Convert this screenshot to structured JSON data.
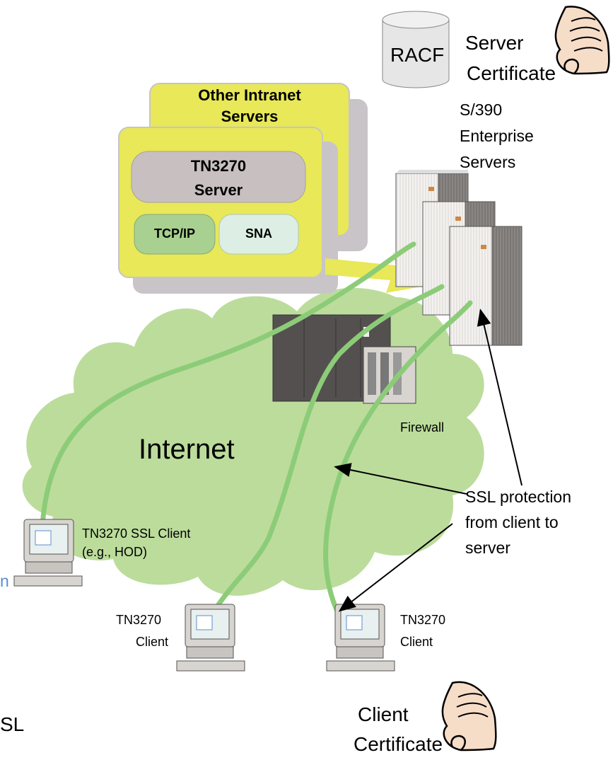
{
  "servers": {
    "racf_label": "RACF",
    "server_certificate_line1": "Server",
    "server_certificate_line2": "Certificate",
    "enterprise_line1": "S/390",
    "enterprise_line2": "Enterprise",
    "enterprise_line3": "Servers"
  },
  "intranet": {
    "other_line1": "Other Intranet",
    "other_line2": "Servers",
    "tn3270_line1": "TN3270",
    "tn3270_line2": "Server",
    "tcpip": "TCP/IP",
    "sna": "SNA"
  },
  "network": {
    "firewall": "Firewall",
    "internet": "Internet",
    "ssl_line1": "SSL protection",
    "ssl_line2": "from client to",
    "ssl_line3": "server"
  },
  "clients": {
    "ssl_client_line1": "TN3270 SSL Client",
    "ssl_client_line2": "(e.g., HOD)",
    "client_a_line1": "TN3270",
    "client_a_line2": "Client",
    "client_b_line1": "TN3270",
    "client_b_line2": "Client",
    "client_certificate_line1": "Client",
    "client_certificate_line2": "Certificate"
  },
  "edge_fragments": {
    "left_blue": "n",
    "left_bottom": "SL"
  },
  "colors": {
    "cloud_green": "#bcdc9c",
    "connection_green": "#8ccc78",
    "intranet_yellow": "#e8e858",
    "server_box_gray": "#c8c0c0",
    "tcpip_green": "#a8d090",
    "sna_light": "#ddeee4",
    "shadow_gray": "#c8c4c8",
    "mainframe_light": "#f4f2f0",
    "firewall_dark": "#555050",
    "edge_blue": "#5b8fd0"
  }
}
